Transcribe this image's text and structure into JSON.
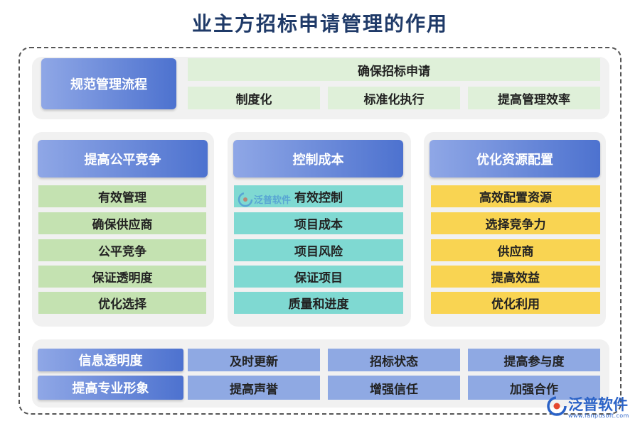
{
  "title": "业主方招标申请管理的作用",
  "top": {
    "head": "规范管理流程",
    "main": "确保招标申请",
    "items": [
      "制度化",
      "标准化执行",
      "提高管理效率"
    ]
  },
  "columns": [
    {
      "head": "提高公平竞争",
      "items": [
        "有效管理",
        "确保供应商",
        "公平竞争",
        "保证透明度",
        "优化选择"
      ]
    },
    {
      "head": "控制成本",
      "items": [
        "有效控制",
        "项目成本",
        "项目风险",
        "保证项目",
        "质量和进度"
      ]
    },
    {
      "head": "优化资源配置",
      "items": [
        "高效配置资源",
        "选择竞争力",
        "供应商",
        "提高效益",
        "优化利用"
      ]
    }
  ],
  "bottom": {
    "heads": [
      "信息透明度",
      "提高专业形象"
    ],
    "row1": [
      "及时更新",
      "招标状态",
      "提高参与度"
    ],
    "row2": [
      "提高声誉",
      "增强信任",
      "加强合作"
    ]
  },
  "watermark": "泛普软件",
  "logo": {
    "name": "泛普软件",
    "url": "www.fanpusoft.com"
  },
  "colors": {
    "head_start": "#8fa7e6",
    "head_end": "#4d72cf",
    "green": "#c4e2b1",
    "teal": "#7fd9d2",
    "yellow": "#f9d452",
    "blue": "#8fa9e3"
  }
}
